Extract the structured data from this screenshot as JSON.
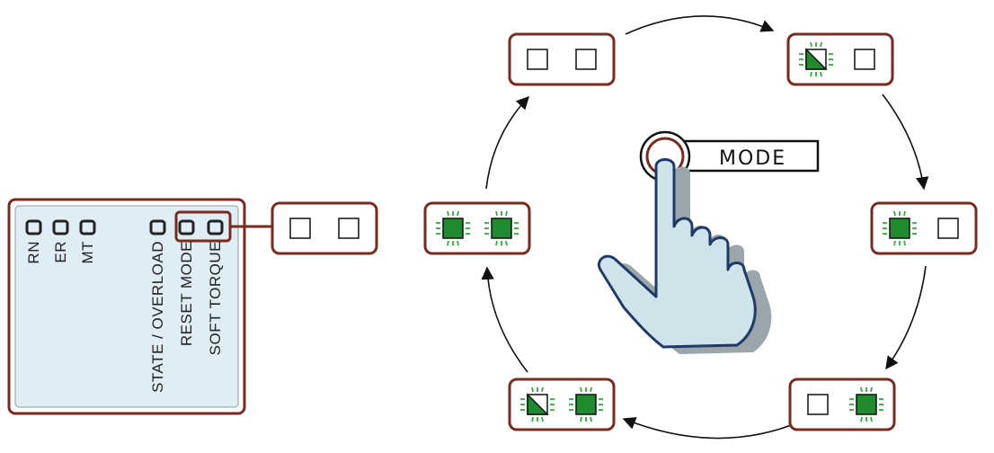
{
  "panel": {
    "leds": [
      {
        "label": "RN"
      },
      {
        "label": "ER"
      },
      {
        "label": "MT"
      },
      {
        "label": "STATE / OVERLOAD"
      },
      {
        "label": "RESET MODE"
      },
      {
        "label": "SOFT TORQUE"
      }
    ]
  },
  "mode_button": {
    "label": "MODE"
  },
  "colors": {
    "frame": "#7a2a1e",
    "led_on": "#1f8a2e",
    "glow": "#2fae3d",
    "panel_bg": "#dfeef5",
    "hand_fill": "#cfe3ea",
    "hand_shadow": "#9aa6ab"
  },
  "states": [
    {
      "name": "both-off",
      "left": "off",
      "right": "off"
    },
    {
      "name": "left-half-blink",
      "left": "half",
      "right": "off"
    },
    {
      "name": "left-on",
      "left": "on",
      "right": "off"
    },
    {
      "name": "right-on",
      "left": "off",
      "right": "on"
    },
    {
      "name": "left-half-right-on",
      "left": "half",
      "right": "on"
    },
    {
      "name": "both-on",
      "left": "on",
      "right": "on"
    }
  ],
  "panel_zoom": {
    "left": "off",
    "right": "off"
  }
}
